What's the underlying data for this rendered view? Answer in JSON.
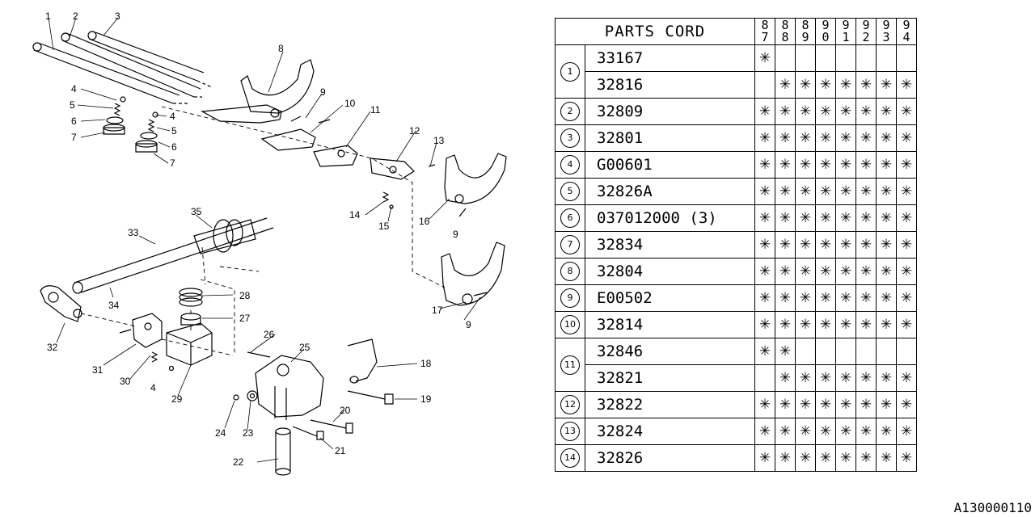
{
  "diagram": {
    "labels": [
      "1",
      "2",
      "3",
      "4",
      "5",
      "6",
      "7",
      "8",
      "9",
      "10",
      "11",
      "4",
      "5",
      "6",
      "7",
      "12",
      "13",
      "14",
      "15",
      "16",
      "9",
      "35",
      "33",
      "34",
      "32",
      "31",
      "30",
      "4",
      "29",
      "28",
      "27",
      "26",
      "25",
      "18",
      "17",
      "9",
      "19",
      "20",
      "21",
      "24",
      "23",
      "22"
    ]
  },
  "table": {
    "title": "PARTS CORD",
    "years": [
      [
        "8",
        "7"
      ],
      [
        "8",
        "8"
      ],
      [
        "8",
        "9"
      ],
      [
        "9",
        "0"
      ],
      [
        "9",
        "1"
      ],
      [
        "9",
        "2"
      ],
      [
        "9",
        "3"
      ],
      [
        "9",
        "4"
      ]
    ],
    "mark": "✳",
    "rows": [
      {
        "ref": "1",
        "part": "33167",
        "marks": [
          1,
          0,
          0,
          0,
          0,
          0,
          0,
          0
        ],
        "span": 2
      },
      {
        "ref": "",
        "part": "32816",
        "marks": [
          0,
          1,
          1,
          1,
          1,
          1,
          1,
          1
        ]
      },
      {
        "ref": "2",
        "part": "32809",
        "marks": [
          1,
          1,
          1,
          1,
          1,
          1,
          1,
          1
        ],
        "span": 1
      },
      {
        "ref": "3",
        "part": "32801",
        "marks": [
          1,
          1,
          1,
          1,
          1,
          1,
          1,
          1
        ],
        "span": 1
      },
      {
        "ref": "4",
        "part": "G00601",
        "marks": [
          1,
          1,
          1,
          1,
          1,
          1,
          1,
          1
        ],
        "span": 1
      },
      {
        "ref": "5",
        "part": "32826A",
        "marks": [
          1,
          1,
          1,
          1,
          1,
          1,
          1,
          1
        ],
        "span": 1
      },
      {
        "ref": "6",
        "part": "037012000 (3)",
        "marks": [
          1,
          1,
          1,
          1,
          1,
          1,
          1,
          1
        ],
        "span": 1
      },
      {
        "ref": "7",
        "part": "32834",
        "marks": [
          1,
          1,
          1,
          1,
          1,
          1,
          1,
          1
        ],
        "span": 1
      },
      {
        "ref": "8",
        "part": "32804",
        "marks": [
          1,
          1,
          1,
          1,
          1,
          1,
          1,
          1
        ],
        "span": 1
      },
      {
        "ref": "9",
        "part": "E00502",
        "marks": [
          1,
          1,
          1,
          1,
          1,
          1,
          1,
          1
        ],
        "span": 1
      },
      {
        "ref": "10",
        "part": "32814",
        "marks": [
          1,
          1,
          1,
          1,
          1,
          1,
          1,
          1
        ],
        "span": 1
      },
      {
        "ref": "11",
        "part": "32846",
        "marks": [
          1,
          1,
          0,
          0,
          0,
          0,
          0,
          0
        ],
        "span": 2
      },
      {
        "ref": "",
        "part": "32821",
        "marks": [
          0,
          1,
          1,
          1,
          1,
          1,
          1,
          1
        ]
      },
      {
        "ref": "12",
        "part": "32822",
        "marks": [
          1,
          1,
          1,
          1,
          1,
          1,
          1,
          1
        ],
        "span": 1
      },
      {
        "ref": "13",
        "part": "32824",
        "marks": [
          1,
          1,
          1,
          1,
          1,
          1,
          1,
          1
        ],
        "span": 1
      },
      {
        "ref": "14",
        "part": "32826",
        "marks": [
          1,
          1,
          1,
          1,
          1,
          1,
          1,
          1
        ],
        "span": 1
      }
    ]
  },
  "code": "A130000110"
}
